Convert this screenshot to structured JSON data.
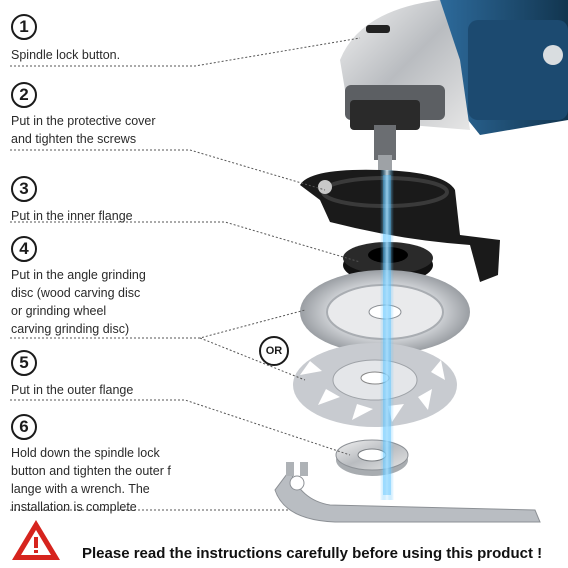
{
  "steps": [
    {
      "num": "1",
      "lines": [
        "Spindle lock button."
      ]
    },
    {
      "num": "2",
      "lines": [
        "Put in the protective cover",
        "and tighten the screws"
      ]
    },
    {
      "num": "3",
      "lines": [
        "Put in the inner flange"
      ]
    },
    {
      "num": "4",
      "lines": [
        "Put in the angle grinding",
        "disc (wood carving disc",
        "or grinding wheel",
        "carving grinding disc)"
      ]
    },
    {
      "num": "5",
      "lines": [
        "Put in the outer flange"
      ]
    },
    {
      "num": "6",
      "lines": [
        "Hold down the spindle lock",
        "button and tighten the outer f",
        "lange with a wrench. The",
        "installation is complete"
      ]
    }
  ],
  "or_label": "OR",
  "warning": "Please read the instructions carefully before using this product !",
  "colors": {
    "grinder_body": "#1e4f7a",
    "accent_red": "#d6241e",
    "glow_blue": "#38b6ff"
  }
}
